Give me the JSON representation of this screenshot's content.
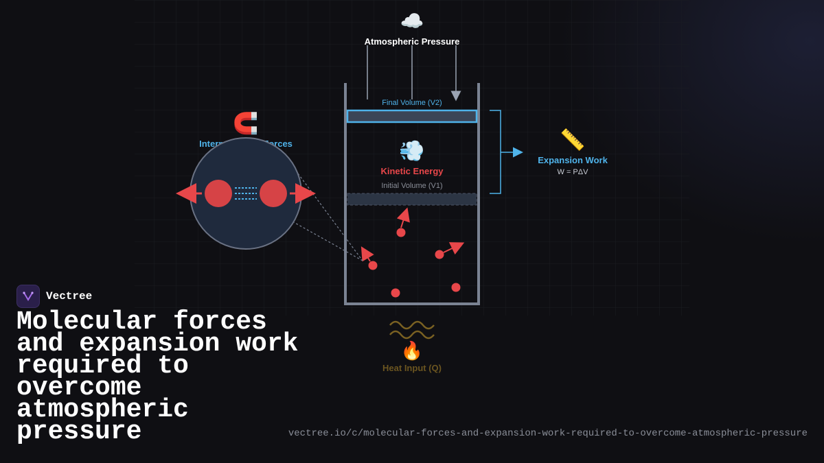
{
  "diagram": {
    "atmospheric_label": "Atmospheric Pressure",
    "final_volume_label": "Final Volume (V2)",
    "initial_volume_label": "Initial Volume (V1)",
    "kinetic_label": "Kinetic Energy",
    "intermolecular_label": "Intermolecular Forces",
    "expansion_label": "Expansion Work",
    "expansion_formula": "W = PΔV",
    "heat_label": "Heat Input (Q)",
    "icons": {
      "cloud": "☁️",
      "magnet": "🧲",
      "dash": "💨",
      "ruler": "📏",
      "fire": "🔥"
    },
    "colors": {
      "accent_blue": "#4fb3ea",
      "accent_red": "#e8474a",
      "cylinder": "#7b8393"
    }
  },
  "brand": {
    "name": "Vectree"
  },
  "title": "Molecular forces and expansion work required to overcome atmospheric pressure",
  "url": "vectree.io/c/molecular-forces-and-expansion-work-required-to-overcome-atmospheric-pressure"
}
